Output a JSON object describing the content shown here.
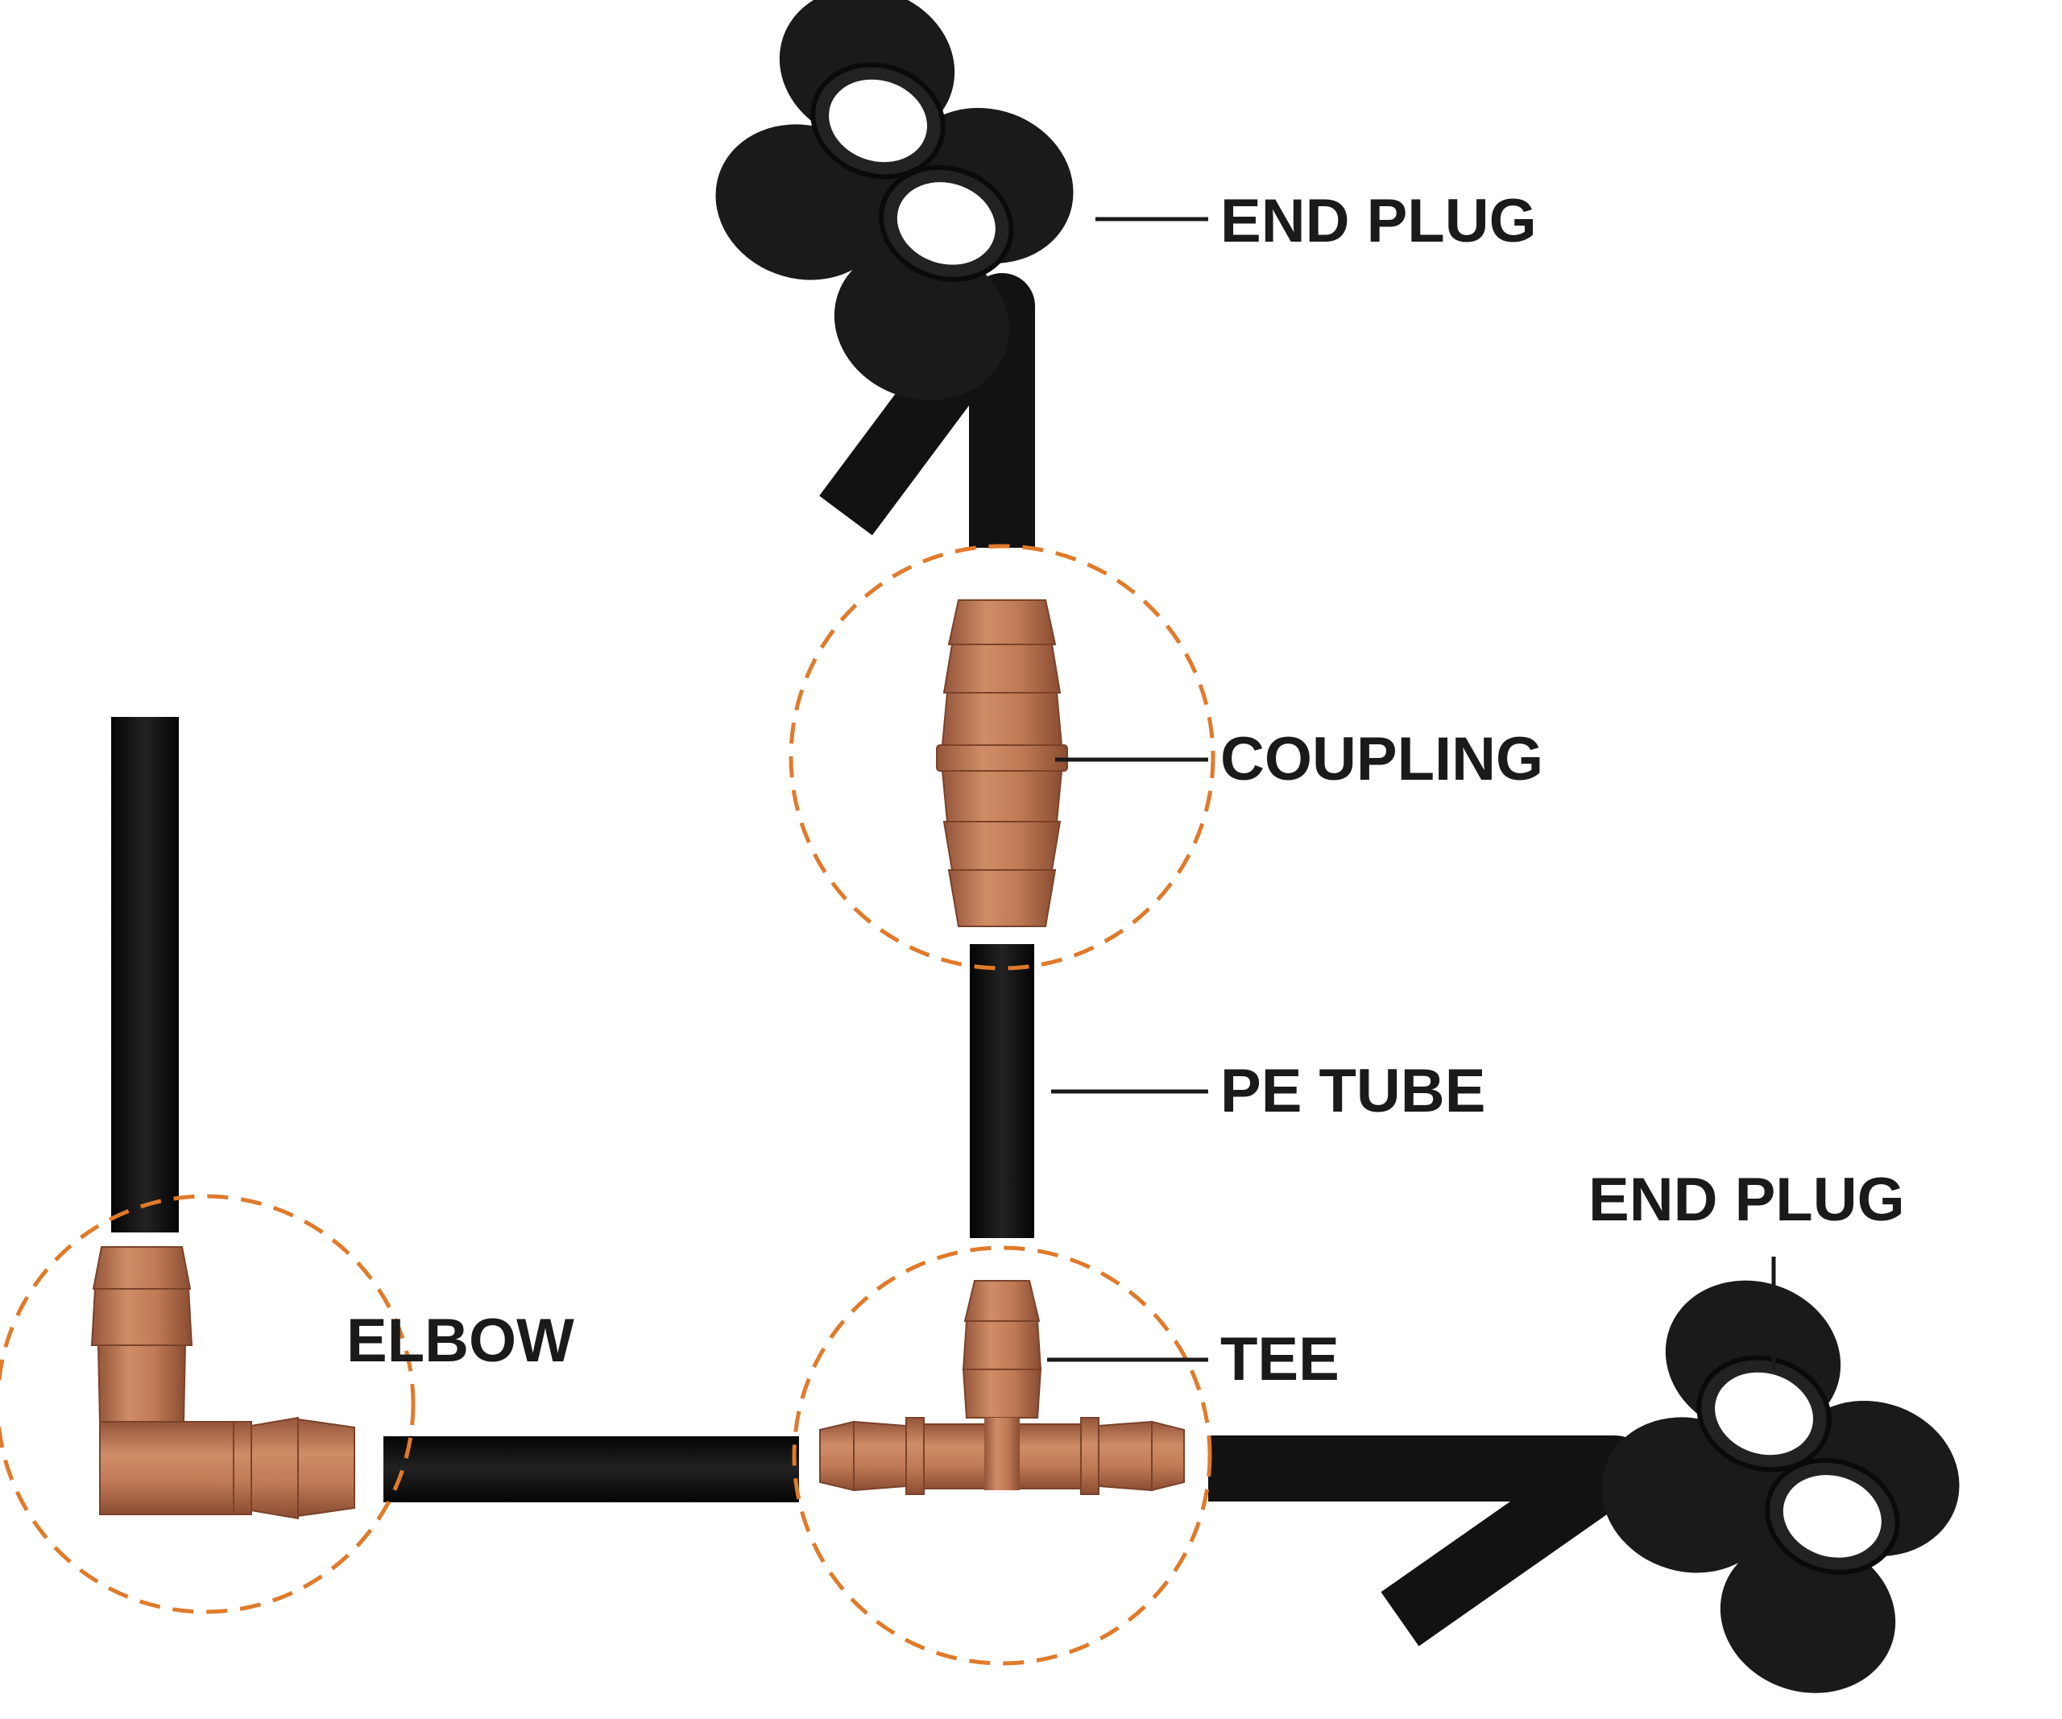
{
  "labels": {
    "end_plug_top": "END PLUG",
    "coupling": "COUPLING",
    "pe_tube": "PE TUBE",
    "end_plug_right": "END PLUG",
    "elbow": "ELBOW",
    "tee": "TEE"
  },
  "colors": {
    "tube": "#121212",
    "fitting": "#b8734f",
    "fitting_dark": "#8f5234",
    "fitting_light": "#d0906a",
    "highlight_circle": "#e07a2a",
    "leader_line": "#1a1a1a"
  },
  "icons": {
    "end_plug": "figure-eight-clip",
    "coupling": "barbed-coupling",
    "tee": "barbed-tee",
    "elbow": "barbed-elbow"
  }
}
